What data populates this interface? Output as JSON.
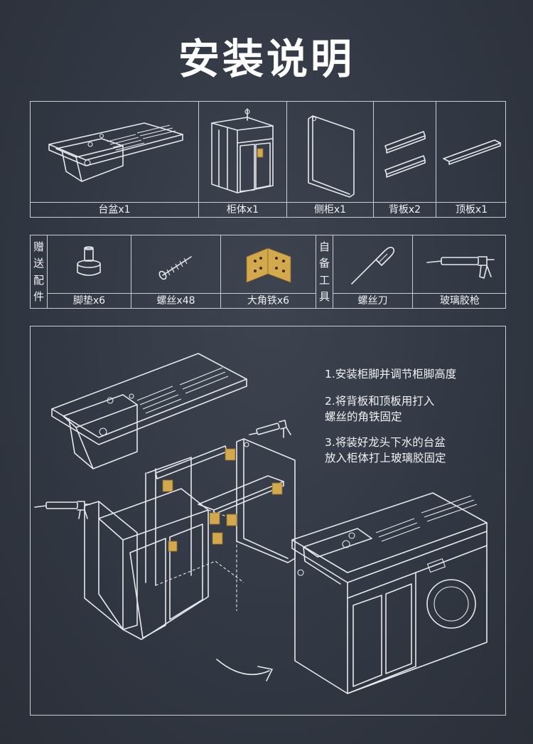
{
  "title": "安装说明",
  "parts": [
    {
      "label": "台盆x1",
      "icon": "basin-top-icon"
    },
    {
      "label": "柜体x1",
      "icon": "cabinet-body-icon"
    },
    {
      "label": "侧柜x1",
      "icon": "side-panel-icon"
    },
    {
      "label": "背板x2",
      "icon": "back-board-icon"
    },
    {
      "label": "顶板x1",
      "icon": "top-board-icon"
    }
  ],
  "gift_label": [
    "赠",
    "送",
    "配",
    "件"
  ],
  "gift_items": [
    {
      "label": "脚垫x6",
      "icon": "foot-pad-icon"
    },
    {
      "label": "螺丝x48",
      "icon": "screw-icon"
    },
    {
      "label": "大角铁x6",
      "icon": "angle-bracket-icon"
    }
  ],
  "tools_label": [
    "自",
    "备",
    "工",
    "具"
  ],
  "tools": [
    {
      "label": "螺丝刀",
      "icon": "screwdriver-icon"
    },
    {
      "label": "玻璃胶枪",
      "icon": "caulk-gun-icon"
    }
  ],
  "steps": [
    "1.安装柜脚并调节柜脚高度",
    "2.将背板和顶板用打入\n螺丝的角铁固定",
    "3.将装好龙头下水的台盆\n放入柜体打上玻璃胶固定"
  ],
  "colors": {
    "background": "#313742",
    "line": "#e6e8ec",
    "bracket": "#d4a94d"
  }
}
